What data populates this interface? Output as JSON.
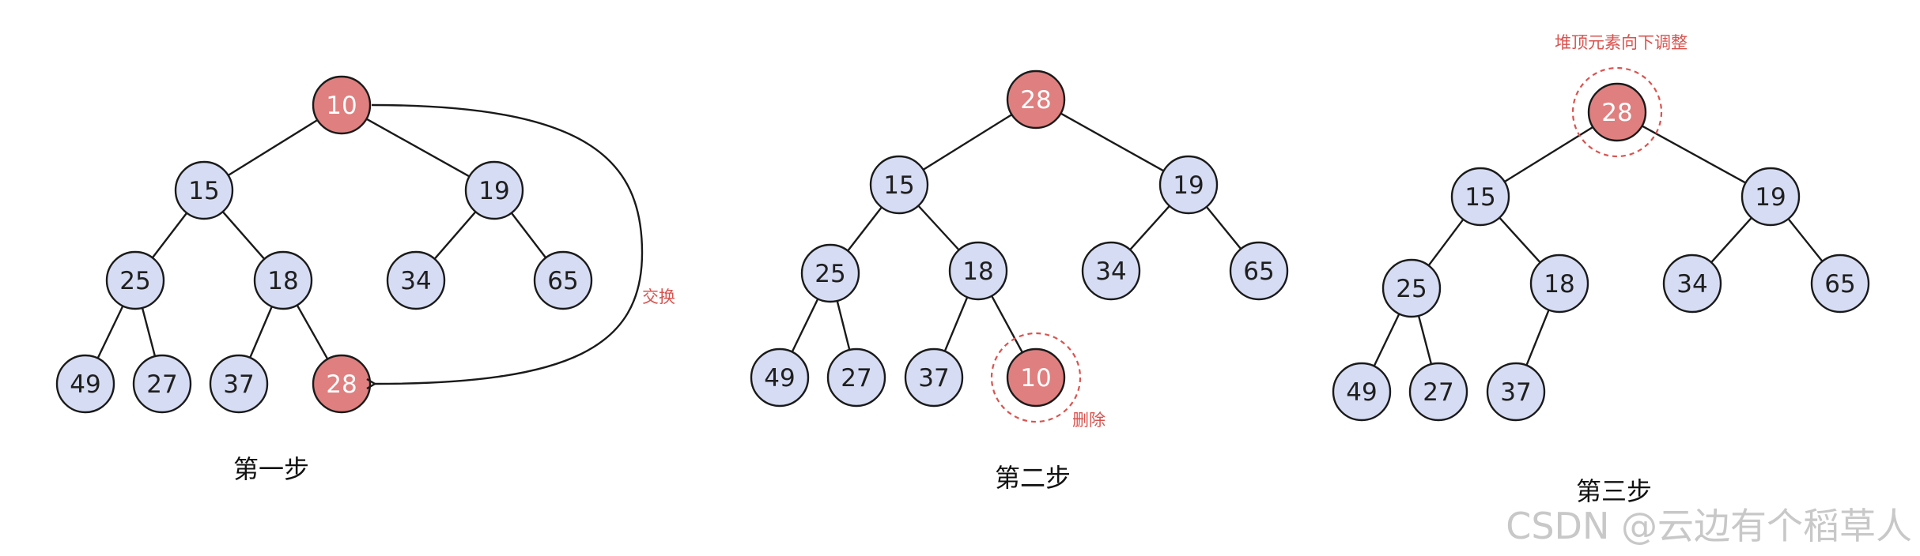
{
  "colors": {
    "node_fill": "#d6dcf3",
    "highlight_fill": "#e07f7f",
    "annotation": "#d9534f",
    "edge": "#1a1a1a"
  },
  "steps": [
    {
      "caption": "第一步",
      "nodes": [
        "10",
        "15",
        "19",
        "25",
        "18",
        "34",
        "65",
        "49",
        "27",
        "37",
        "28"
      ],
      "highlighted": [
        "10",
        "28"
      ],
      "annotation": "交换"
    },
    {
      "caption": "第二步",
      "nodes": [
        "28",
        "15",
        "19",
        "25",
        "18",
        "34",
        "65",
        "49",
        "27",
        "37",
        "10"
      ],
      "highlighted": [
        "28",
        "10"
      ],
      "annotation": "删除"
    },
    {
      "caption": "第三步",
      "nodes": [
        "28",
        "15",
        "19",
        "25",
        "18",
        "34",
        "65",
        "49",
        "27",
        "37"
      ],
      "highlighted": [
        "28"
      ],
      "annotation": "堆顶元素向下调整"
    }
  ],
  "watermark": "CSDN @云边有个稻草人"
}
